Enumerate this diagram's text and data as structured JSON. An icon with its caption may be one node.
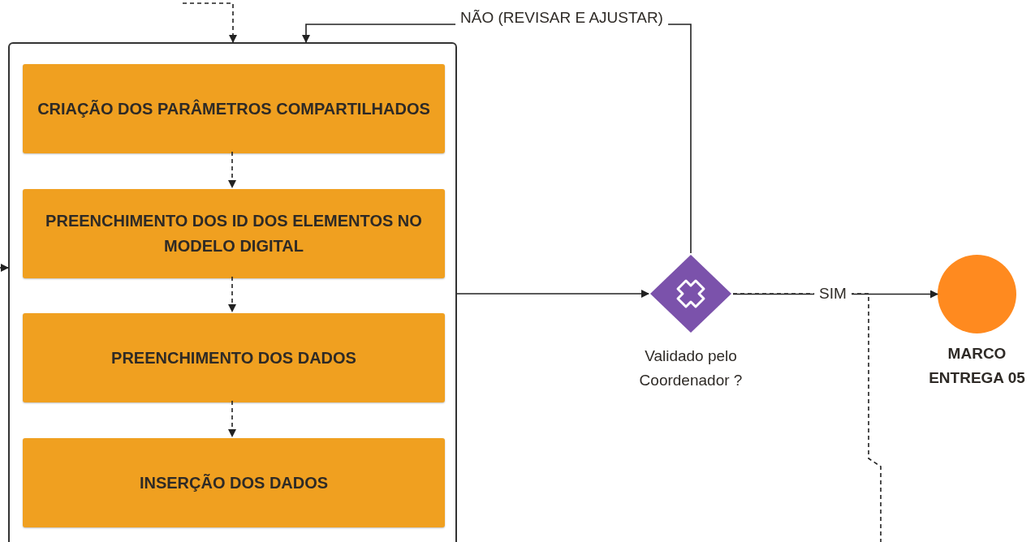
{
  "diagram": {
    "nodes": [
      {
        "text": [],
        "shape": "box"
      },
      {
        "text": [
          "CRIAÇÃO DOS PARÂMETROS COMPARTILHADOS"
        ],
        "in": 0
      },
      {
        "text": [
          "PREENCHIMENTO DOS ID DOS ELEMENTOS NO MODELO DIGITAL"
        ],
        "in": 0
      },
      {
        "text": [
          "PREENCHIMENTO DOS DADOS"
        ],
        "in": 0
      },
      {
        "text": [
          "INSERÇÃO DOS DADOS"
        ],
        "in": 0
      },
      {
        "text": [],
        "shape": "diamond",
        "beside": [
          "Validado pelo Coordenador ?"
        ]
      },
      {
        "text": [],
        "shape": "circle",
        "beside": [
          "MARCO ENTREGA 05"
        ]
      }
    ],
    "edges": [
      {
        "from": null,
        "to": 0,
        "arrow": "to",
        "style": "dashed"
      },
      {
        "from": null,
        "to": 0,
        "arrow": "to"
      },
      {
        "from": 1,
        "to": 2,
        "arrow": "to",
        "style": "dashed"
      },
      {
        "from": 2,
        "to": 3,
        "arrow": "to",
        "style": "dashed"
      },
      {
        "from": 3,
        "to": 4,
        "arrow": "to",
        "style": "dashed"
      },
      {
        "from": 0,
        "to": 5,
        "arrow": "to"
      },
      {
        "from": 5,
        "to": 0,
        "arrow": "to",
        "label": "NÃO (REVISAR E AJUSTAR)"
      },
      {
        "from": 5,
        "to": 6,
        "arrow": "to",
        "label": "SIM"
      },
      {
        "from": 5,
        "to": null,
        "arrow": "none",
        "style": "dashed"
      }
    ]
  }
}
